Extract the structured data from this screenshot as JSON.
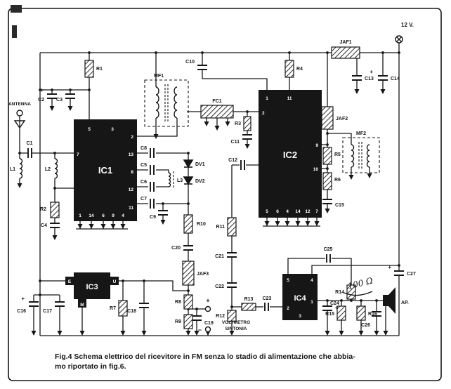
{
  "figure": {
    "caption_line1": "Fig.4 Schema elettrico del ricevitore in FM senza lo stadio di alimentazione che abbia-",
    "caption_line2": "mo riportato in fig.6."
  },
  "power": {
    "supply_label": "12 V."
  },
  "antenna": {
    "label": "ANTENNA"
  },
  "meter": {
    "line1": "VOLTMETRO",
    "line2": "SINTONIA",
    "plus": "+",
    "minus": "−"
  },
  "speaker": {
    "label": "AP."
  },
  "note": {
    "handwritten": "100 Ω"
  },
  "marks": {
    "plus": "+"
  },
  "components": {
    "resistors": {
      "r1": "R1",
      "r2": "R2",
      "r3": "R3",
      "r4": "R4",
      "r5": "R5",
      "r6": "R6",
      "r7": "R7",
      "r8": "R8",
      "r9": "R9",
      "r10": "R10",
      "r11": "R11",
      "r12": "R12",
      "r13": "R13",
      "r14": "R14",
      "r15": "R15",
      "r16": "R16"
    },
    "capacitors": {
      "c1": "C1",
      "c2": "C2",
      "c3": "C3",
      "c4": "C4",
      "c5": "C5",
      "c6": "C6",
      "c7": "C7",
      "c8": "C8",
      "c9": "C9",
      "c10": "C10",
      "c11": "C11",
      "c12": "C12",
      "c13": "C13",
      "c14": "C14",
      "c15": "C15",
      "c16": "C16",
      "c17": "C17",
      "c18": "C18",
      "c19": "C19",
      "c20": "C20",
      "c21": "C21",
      "c22": "C22",
      "c23": "C23",
      "c24": "C24",
      "c25": "C25",
      "c26": "C26",
      "c27": "C27"
    },
    "inductors": {
      "l1": "L1",
      "l2": "L2",
      "l3": "L3"
    },
    "chokes": {
      "jaf1": "JAF1",
      "jaf2": "JAF2",
      "jaf3": "JAF3"
    },
    "transformers": {
      "mf1": "MF1",
      "mf2": "MF2"
    },
    "filters": {
      "fc1": "FC1"
    },
    "diodes": {
      "dv1": "DV1",
      "dv2": "DV2"
    }
  },
  "ics": {
    "ic1": {
      "label": "IC1",
      "pins": {
        "p1": "1",
        "p2": "2",
        "p3": "3",
        "p4": "4",
        "p5": "5",
        "p6": "6",
        "p7": "7",
        "p8": "8",
        "p9": "9",
        "p11": "11",
        "p12": "12",
        "p13": "13",
        "p14": "14"
      }
    },
    "ic2": {
      "label": "IC2",
      "pins": {
        "p1": "1",
        "p2": "2",
        "p4": "4",
        "p5": "5",
        "p6": "6",
        "p7": "7",
        "p9": "9",
        "p10": "10",
        "p11": "11",
        "p12": "12",
        "p14": "14"
      }
    },
    "ic3": {
      "label": "IC3",
      "pins": {
        "e": "E",
        "m": "M",
        "u": "U"
      }
    },
    "ic4": {
      "label": "IC4",
      "pins": {
        "p1": "1",
        "p2": "2",
        "p3": "3",
        "p4": "4",
        "p5": "5"
      }
    }
  },
  "colors": {
    "ink": "#161616",
    "paper": "#ffffff"
  }
}
